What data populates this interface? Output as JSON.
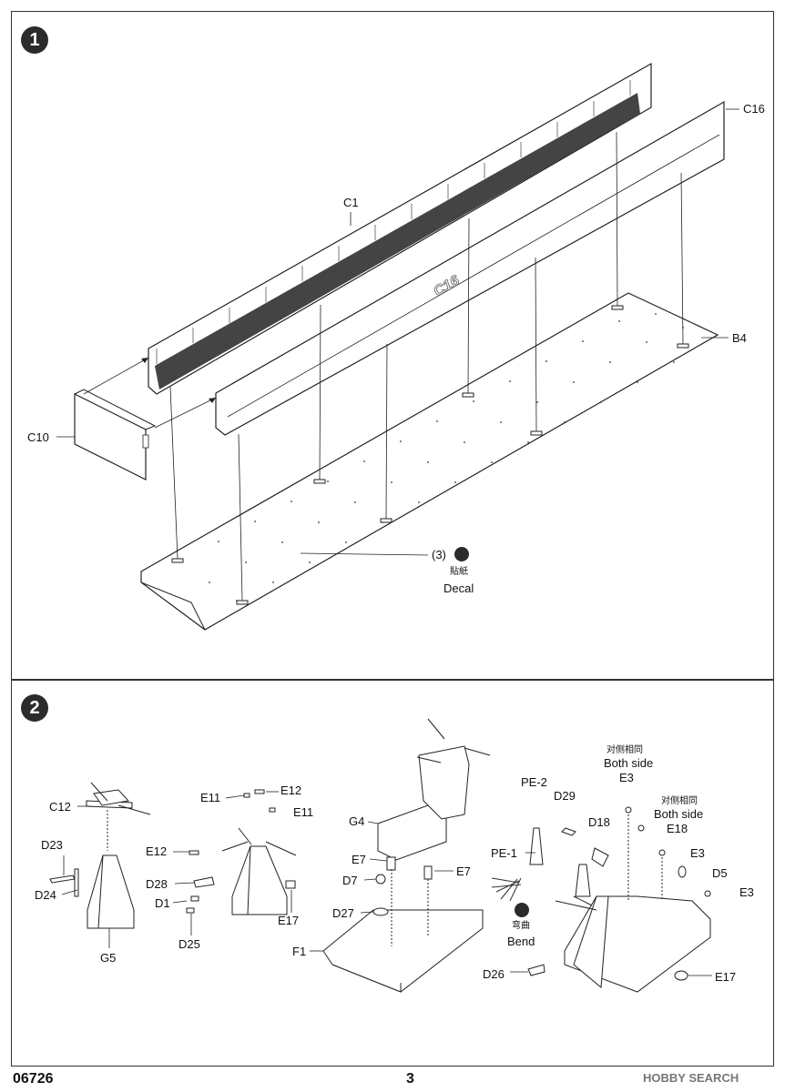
{
  "steps": [
    {
      "number": "1"
    },
    {
      "number": "2"
    }
  ],
  "step1": {
    "parts": {
      "c1": "C1",
      "c16": "C16",
      "c10": "C10",
      "b4": "B4"
    },
    "hull_marking": "C16",
    "decal": {
      "ref": "(3)",
      "chinese": "貼紙",
      "english": "Decal"
    }
  },
  "step2": {
    "parts": {
      "c12": "C12",
      "d23": "D23",
      "d24": "D24",
      "g5": "G5",
      "e11a": "E11",
      "e12a": "E12",
      "e11b": "E11",
      "e12b": "E12",
      "d28": "D28",
      "d1": "D1",
      "d25": "D25",
      "e17a": "E17",
      "g4": "G4",
      "e7a": "E7",
      "d7": "D7",
      "e7b": "E7",
      "d27": "D27",
      "f1": "F1",
      "pe2": "PE-2",
      "d29": "D29",
      "pe1": "PE-1",
      "d18": "D18",
      "e3a": "E3",
      "e18": "E18",
      "e3b": "E3",
      "d5": "D5",
      "e3c": "E3",
      "d26": "D26",
      "e17b": "E17"
    },
    "both_side_a": {
      "chinese": "对侧相同",
      "english": "Both side"
    },
    "both_side_b": {
      "chinese": "对侧相同",
      "english": "Both side"
    },
    "bend": {
      "chinese": "弯曲",
      "english": "Bend"
    }
  },
  "footer": {
    "code": "06726",
    "page": "3",
    "watermark": "HOBBY SEARCH"
  },
  "colors": {
    "ink": "#2b2b2b",
    "panel_border": "#333333",
    "watermark": "#777777"
  }
}
